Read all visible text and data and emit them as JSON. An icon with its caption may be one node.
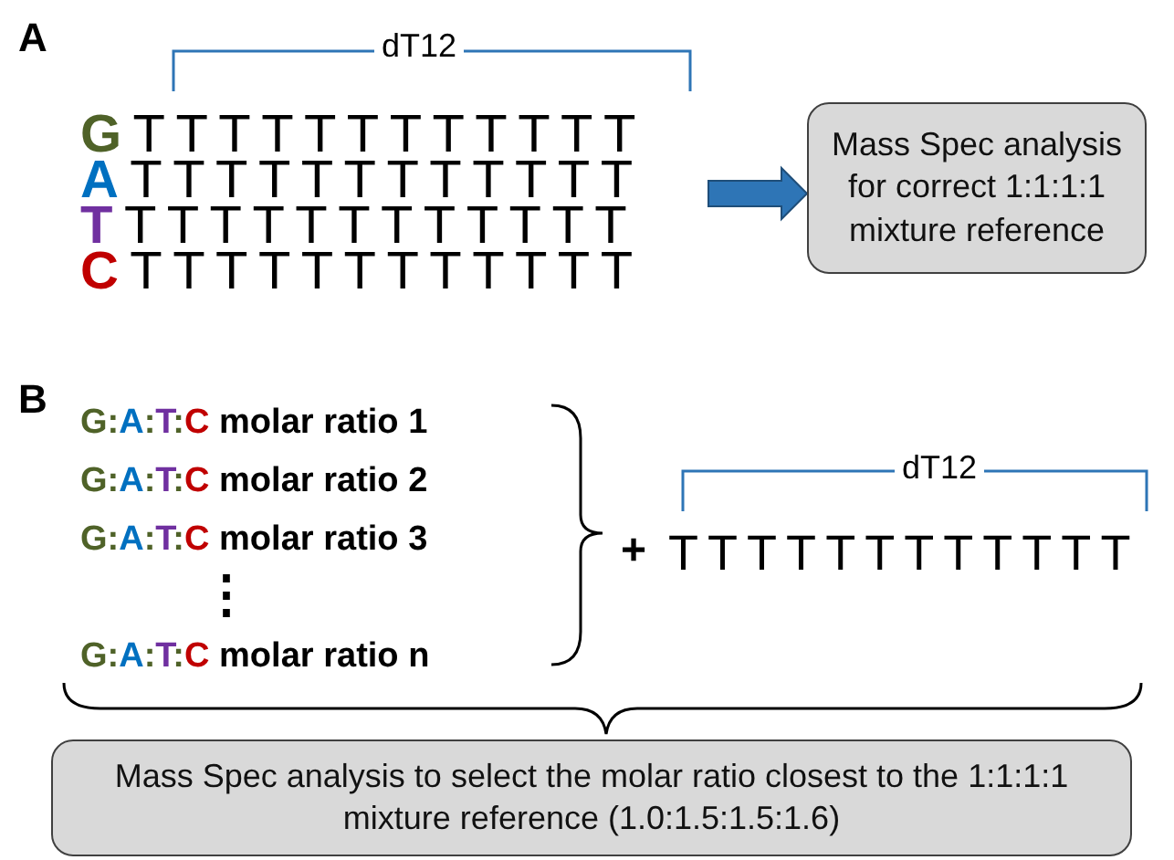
{
  "diagram": {
    "nodes": [
      {
        "text": [
          "G T T T T T T T T T T T T",
          "A T T T T T T T T T T T T",
          "T T T T T T T T T T T T T",
          "C T T T T T T T T T T T T"
        ]
      },
      {
        "text": [
          "Mass Spec analysis for correct 1:1:1:1 mixture reference"
        ]
      },
      {
        "text": [
          "Mass Spec analysis to select the molar ratio closest to the 1:1:1:1 mixture reference (1.0:1.5:1.5:1.6)"
        ]
      }
    ],
    "edges": [
      {
        "from": 0,
        "to": 1,
        "arrow": "to",
        "style": "thick",
        "color": "#2e75b6"
      }
    ],
    "labels": [
      "A",
      "dT12",
      "B",
      "G:A:T:C molar ratio 1",
      "G:A:T:C molar ratio 2",
      "G:A:T:C molar ratio 3",
      "⋮",
      "G:A:T:C molar ratio n",
      "+",
      "dT12",
      "T T T T T T T T T T T T"
    ]
  }
}
